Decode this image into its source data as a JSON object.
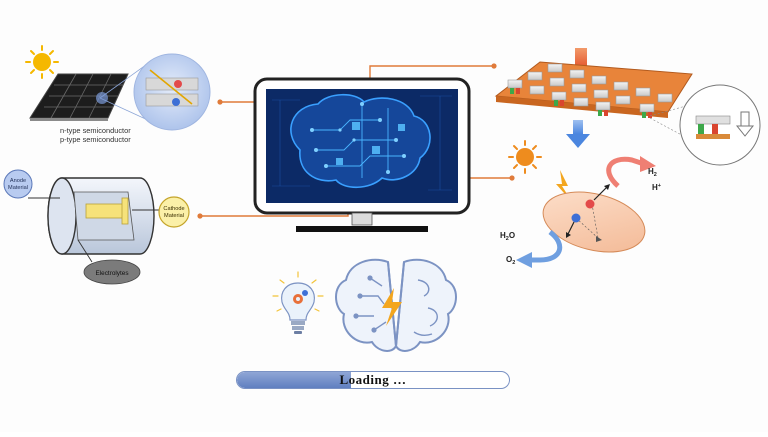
{
  "solar": {
    "n_label": "n-type semiconductor",
    "p_label": "p-type semiconductor"
  },
  "battery": {
    "anode_label": [
      "Anode",
      "Material"
    ],
    "cathode_label": [
      "Cathode",
      "Material"
    ],
    "electrolyte_label": "Electrolytes"
  },
  "photocatalysis": {
    "h2_label": "H",
    "h2_sub": "2",
    "hplus_label": "H",
    "hplus_sup": "+",
    "h2o_label": "H",
    "h2o_sub": "2",
    "h2o_tail": "O",
    "o2_label": "O",
    "o2_sub": "2"
  },
  "loading": {
    "label": "Loading …",
    "progress": 0.42
  },
  "colors": {
    "connector": "#e07b3a",
    "screen": "#0c2a66",
    "circuit": "#3aa0ff",
    "sun": "#f5b800",
    "bar_fill": "#6f8cca"
  }
}
